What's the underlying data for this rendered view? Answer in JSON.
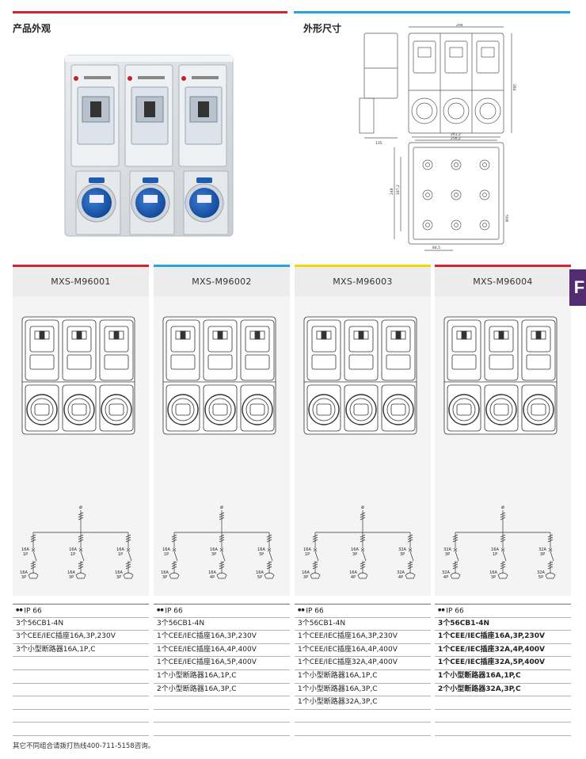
{
  "colors": {
    "red": "#d7232e",
    "blue": "#27a3dd",
    "yellow": "#f5d60a",
    "purple": "#532b72"
  },
  "sections": {
    "appearance_title": "产品外观",
    "dimensions_title": "外形尺寸"
  },
  "side_tab": {
    "letter": "F"
  },
  "dimensions": {
    "front_width": "294",
    "height": "284",
    "depth": "135",
    "mount_width_outer": "261,2",
    "mount_width_inner": "256,2",
    "mount_height_outer": "248",
    "mount_height_inner": "187,2",
    "mount_depth": "84,5",
    "right_note": "MXS"
  },
  "products": [
    {
      "model": "MXS-M96001",
      "specs": [
        "IP 66",
        "3个56CB1-4N",
        "3个CEE/IEC插座16A,3P,230V",
        "3个小型断路器16A,1P,C"
      ]
    },
    {
      "model": "MXS-M96002",
      "specs": [
        "IP 66",
        "3个56CB1-4N",
        "1个CEE/IEC插座16A,3P,230V",
        "1个CEE/IEC插座16A,4P,400V",
        "1个CEE/IEC插座16A,5P,400V",
        "1个小型断路器16A,1P,C",
        "2个小型断路器16A,3P,C"
      ]
    },
    {
      "model": "MXS-M96003",
      "specs": [
        "IP 66",
        "3个56CB1-4N",
        "1个CEE/IEC插座16A,3P,230V",
        "1个CEE/IEC插座16A,4P,400V",
        "1个CEE/IEC插座32A,4P,400V",
        "1个小型断路器16A,1P,C",
        "1个小型断路器16A,3P,C",
        "1个小型断路器32A,3P,C"
      ]
    },
    {
      "model": "MXS-M96004",
      "specs": [
        "IP 66",
        "3个56CB1-4N",
        "1个CEE/IEC插座16A,3P,230V",
        "1个CEE/IEC插座32A,4P,400V",
        "1个CEE/IEC插座32A,5P,400V",
        "1个小型断路器16A,1P,C",
        "2个小型断路器32A,3P,C"
      ]
    }
  ],
  "circuits": [
    {
      "main": "ø",
      "branches": [
        {
          "breaker_amp": "16A",
          "breaker_pole": "1P",
          "socket_amp": "16A",
          "socket_pole": "3P"
        },
        {
          "breaker_amp": "16A",
          "breaker_pole": "1P",
          "socket_amp": "16A",
          "socket_pole": "3P"
        },
        {
          "breaker_amp": "16A",
          "breaker_pole": "1P",
          "socket_amp": "16A",
          "socket_pole": "3P"
        }
      ]
    },
    {
      "main": "ø",
      "branches": [
        {
          "breaker_amp": "16A",
          "breaker_pole": "1P",
          "socket_amp": "16A",
          "socket_pole": "3P"
        },
        {
          "breaker_amp": "16A",
          "breaker_pole": "3P",
          "socket_amp": "16A",
          "socket_pole": "4P"
        },
        {
          "breaker_amp": "16A",
          "breaker_pole": "3P",
          "socket_amp": "16A",
          "socket_pole": "5P"
        }
      ]
    },
    {
      "main": "ø",
      "branches": [
        {
          "breaker_amp": "16A",
          "breaker_pole": "1P",
          "socket_amp": "16A",
          "socket_pole": "3P"
        },
        {
          "breaker_amp": "16A",
          "breaker_pole": "3P",
          "socket_amp": "16A",
          "socket_pole": "4P"
        },
        {
          "breaker_amp": "32A",
          "breaker_pole": "3P",
          "socket_amp": "32A",
          "socket_pole": "4P"
        }
      ]
    },
    {
      "main": "ø",
      "branches": [
        {
          "breaker_amp": "32A",
          "breaker_pole": "3P",
          "socket_amp": "32A",
          "socket_pole": "4P"
        },
        {
          "breaker_amp": "16A",
          "breaker_pole": "1P",
          "socket_amp": "16A",
          "socket_pole": "3P"
        },
        {
          "breaker_amp": "32A",
          "breaker_pole": "3P",
          "socket_amp": "32A",
          "socket_pole": "5P"
        }
      ]
    }
  ],
  "footnote": "其它不同组合请拨打热线400-711-5158咨询。"
}
